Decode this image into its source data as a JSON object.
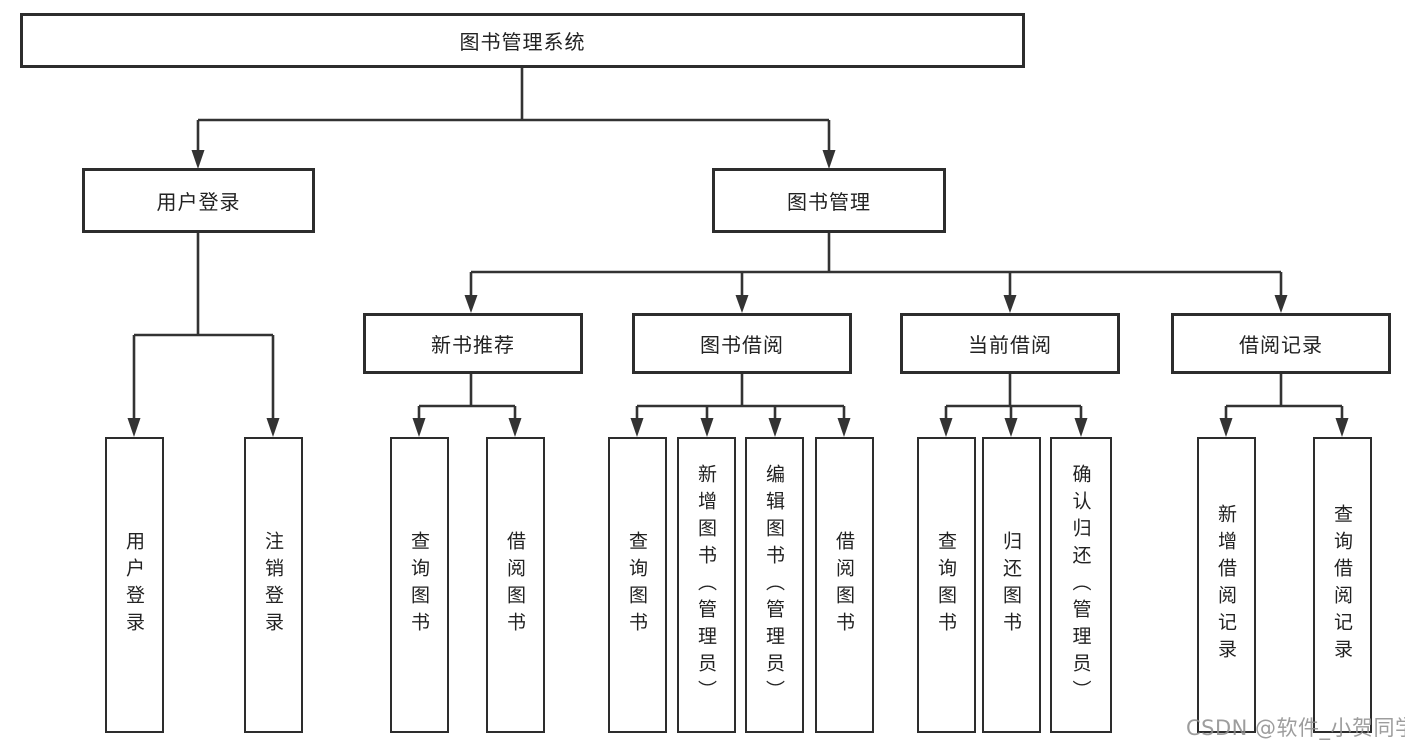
{
  "diagram": {
    "title": "图书管理系统",
    "level2": [
      {
        "label": "用户登录",
        "leaves": [
          "用户登录",
          "注销登录"
        ]
      },
      {
        "label": "图书管理",
        "sections": [
          {
            "label": "新书推荐",
            "leaves": [
              "查询图书",
              "借阅图书"
            ]
          },
          {
            "label": "图书借阅",
            "leaves": [
              "查询图书",
              "新增图书（管理员）",
              "编辑图书（管理员）",
              "借阅图书"
            ]
          },
          {
            "label": "当前借阅",
            "leaves": [
              "查询图书",
              "归还图书",
              "确认归还（管理员）"
            ]
          },
          {
            "label": "借阅记录",
            "leaves": [
              "新增借阅记录",
              "查询借阅记录"
            ]
          }
        ]
      }
    ]
  },
  "watermark": "CSDN @软件_小贺同学",
  "colors": {
    "background": "#ffffff",
    "line": "#333333",
    "box_border": "#2d2d2d",
    "text": "#222222",
    "watermark": "#8d8d8d"
  }
}
